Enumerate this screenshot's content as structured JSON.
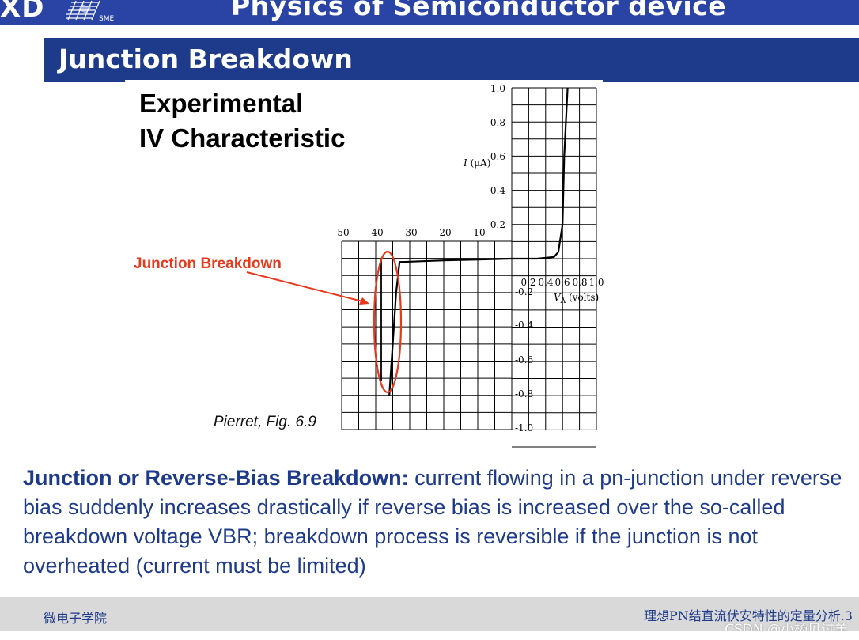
{
  "header": {
    "logo_text": "XD",
    "logo_emblem_text": "SME",
    "course_title": "Physics of Semiconductor device"
  },
  "section": {
    "title": "Junction Breakdown"
  },
  "figure": {
    "heading_line1": "Experimental",
    "heading_line2": "IV Characteristic",
    "annotation": "Junction Breakdown",
    "caption": "Pierret, Fig. 6.9",
    "annotation_color": "#e8391c"
  },
  "chart_data": {
    "type": "line",
    "xlabel": "V_A (volts)",
    "ylabel": "I (μA)",
    "x_ticks_negative": [
      "-50",
      "-40",
      "-30",
      "-20",
      "-10"
    ],
    "x_ticks_positive": [
      "0.2",
      "0.4",
      "0.6",
      "0.8",
      "1.0"
    ],
    "y_ticks_positive": [
      "0.2",
      "0.4",
      "0.6",
      "0.8",
      "1.0"
    ],
    "y_ticks_negative": [
      "-0.2",
      "-0.4",
      "-0.6",
      "-0.8",
      "-1.0"
    ],
    "series": [
      {
        "x": [
          -36,
          -35,
          -34,
          -33,
          -20,
          -10,
          0,
          0.3,
          0.5,
          0.55,
          0.6,
          0.62,
          0.66
        ],
        "y": [
          -0.8,
          -0.5,
          -0.2,
          -0.02,
          -0.01,
          -0.005,
          0,
          0.0,
          0.01,
          0.04,
          0.2,
          0.6,
          1.0
        ]
      }
    ]
  },
  "body": {
    "term": "Junction or Reverse-Bias Breakdown:",
    "text": " current flowing in a pn-junction under reverse bias suddenly increases drastically if reverse bias is increased over the so-called breakdown voltage VBR; breakdown process is reversible if the junction is not overheated (current must be limited)"
  },
  "footer": {
    "left": "微电子学院",
    "right": "理想PN结直流伏安特性的定量分析.3",
    "watermark": "CSDN @小杨见过羊"
  },
  "colors": {
    "header_band": "#2a44a6",
    "section_band": "#1e3a8a",
    "body_text": "#1e3a8a",
    "footer_band": "#d9d9d9"
  }
}
